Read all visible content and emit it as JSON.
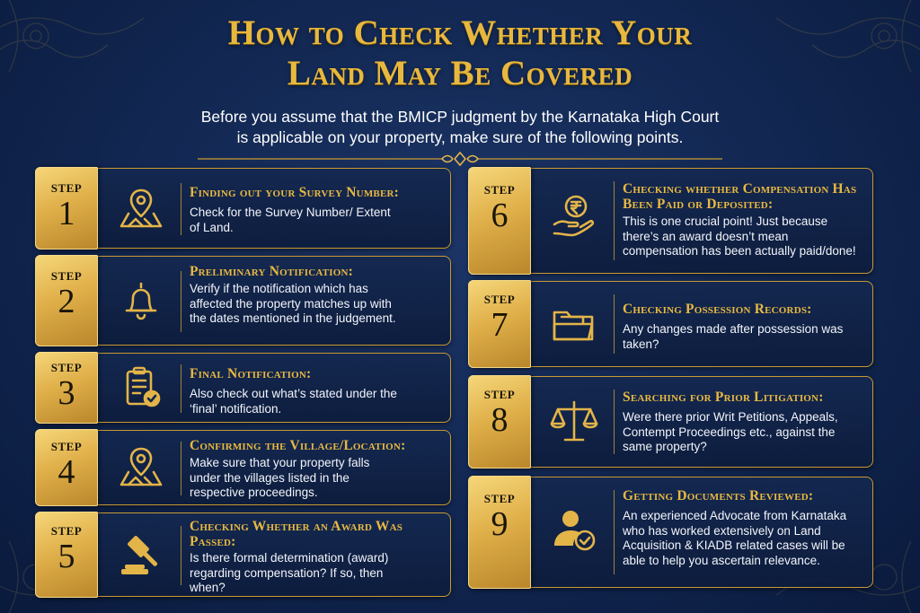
{
  "header": {
    "title_line1": "How to Check Whether Your",
    "title_line2": "Land May Be Covered",
    "subtitle_line1": "Before you assume that the BMICP judgment by the Karnataka High Court",
    "subtitle_line2": "is applicable on your property, make sure of the following points."
  },
  "colors": {
    "gold": "#e8b83e",
    "navy": "#112650",
    "badge": "#e0b04a"
  },
  "steps": [
    {
      "step_word": "STEP",
      "number": "1",
      "icon": "map-pin-icon",
      "heading": "Finding out your Survey Number:",
      "desc": "Check for the Survey Number/ Extent of Land."
    },
    {
      "step_word": "STEP",
      "number": "2",
      "icon": "bell-icon",
      "heading": "Preliminary Notification:",
      "desc": "Verify if the notification which has affected the property matches up with the dates mentioned in the judgement."
    },
    {
      "step_word": "STEP",
      "number": "3",
      "icon": "clipboard-check-icon",
      "heading": "Final Notification:",
      "desc": "Also check out what’s stated under the ‘final’ notification."
    },
    {
      "step_word": "STEP",
      "number": "4",
      "icon": "map-pin-icon",
      "heading": "Confirming the Village/Location:",
      "desc": "Make sure that your property falls under the villages listed in the respective proceedings."
    },
    {
      "step_word": "STEP",
      "number": "5",
      "icon": "gavel-icon",
      "heading": "Checking Whether an Award Was Passed:",
      "desc": "Is there formal determination (award) regarding compensation? If so, then when?"
    },
    {
      "step_word": "STEP",
      "number": "6",
      "icon": "rupee-hand-icon",
      "heading": "Checking whether Compensation Has Been Paid or Deposited:",
      "desc": "This is one crucial point! Just because there’s an award doesn’t mean compensation has been actually paid/done!"
    },
    {
      "step_word": "STEP",
      "number": "7",
      "icon": "folder-icon",
      "heading": "Checking Possession Records:",
      "desc": "Any changes made after possession was taken?"
    },
    {
      "step_word": "STEP",
      "number": "8",
      "icon": "scales-icon",
      "heading": "Searching for Prior Litigation:",
      "desc": "Were there prior Writ Petitions, Appeals, Contempt Proceedings etc., against the same property?"
    },
    {
      "step_word": "STEP",
      "number": "9",
      "icon": "user-check-icon",
      "heading": "Getting Documents Reviewed:",
      "desc": "An experienced Advocate from Karnataka who has worked extensively on Land Acquisition & KIADB related cases will be able to help you ascertain relevance."
    }
  ]
}
